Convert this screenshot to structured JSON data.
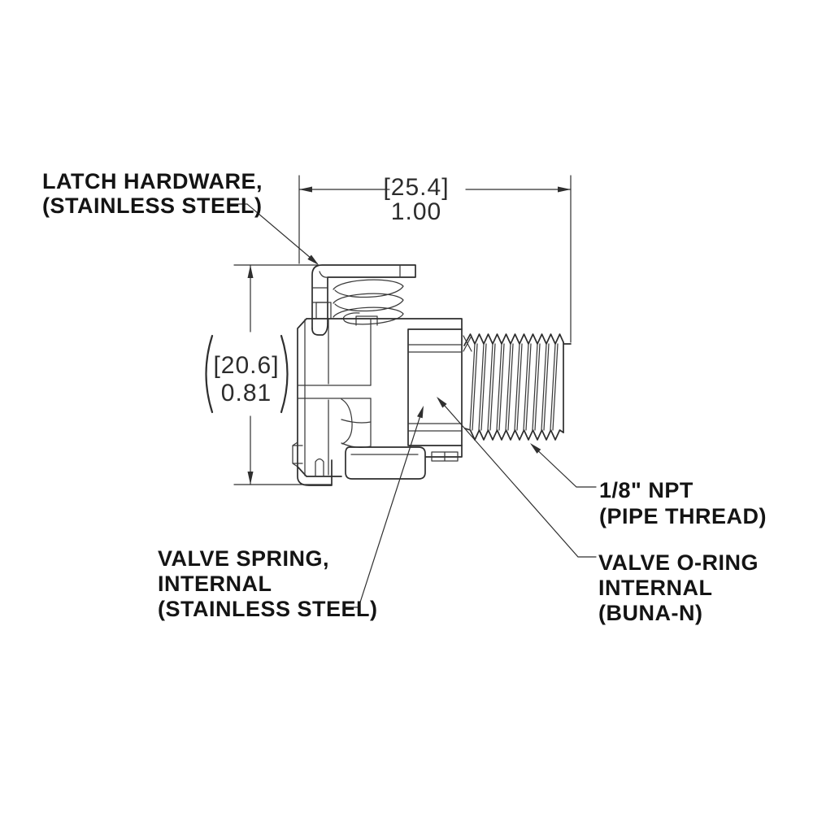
{
  "drawing": {
    "description": "Technical side view of a quick-disconnect valve fitting with NPT pipe thread",
    "background_color": "#ffffff",
    "line_color": "#2d2d2d",
    "text_color": "#141414"
  },
  "dimensions": {
    "width": {
      "bracket_value": "[25.4]",
      "decimal_value": "1.00"
    },
    "height": {
      "bracket_value": "[20.6]",
      "decimal_value": "0.81",
      "paren_open": "(",
      "paren_close": ")"
    }
  },
  "labels": {
    "latch_hardware": {
      "lines": [
        "LATCH HARDWARE,",
        "(STAINLESS STEEL)"
      ]
    },
    "valve_spring": {
      "lines": [
        "VALVE SPRING,",
        "INTERNAL",
        "(STAINLESS STEEL)"
      ]
    },
    "pipe_thread": {
      "lines": [
        "1/8\" NPT",
        "(PIPE THREAD)"
      ]
    },
    "valve_oring": {
      "lines": [
        "VALVE O-RING",
        "INTERNAL",
        "(BUNA-N)"
      ]
    }
  }
}
